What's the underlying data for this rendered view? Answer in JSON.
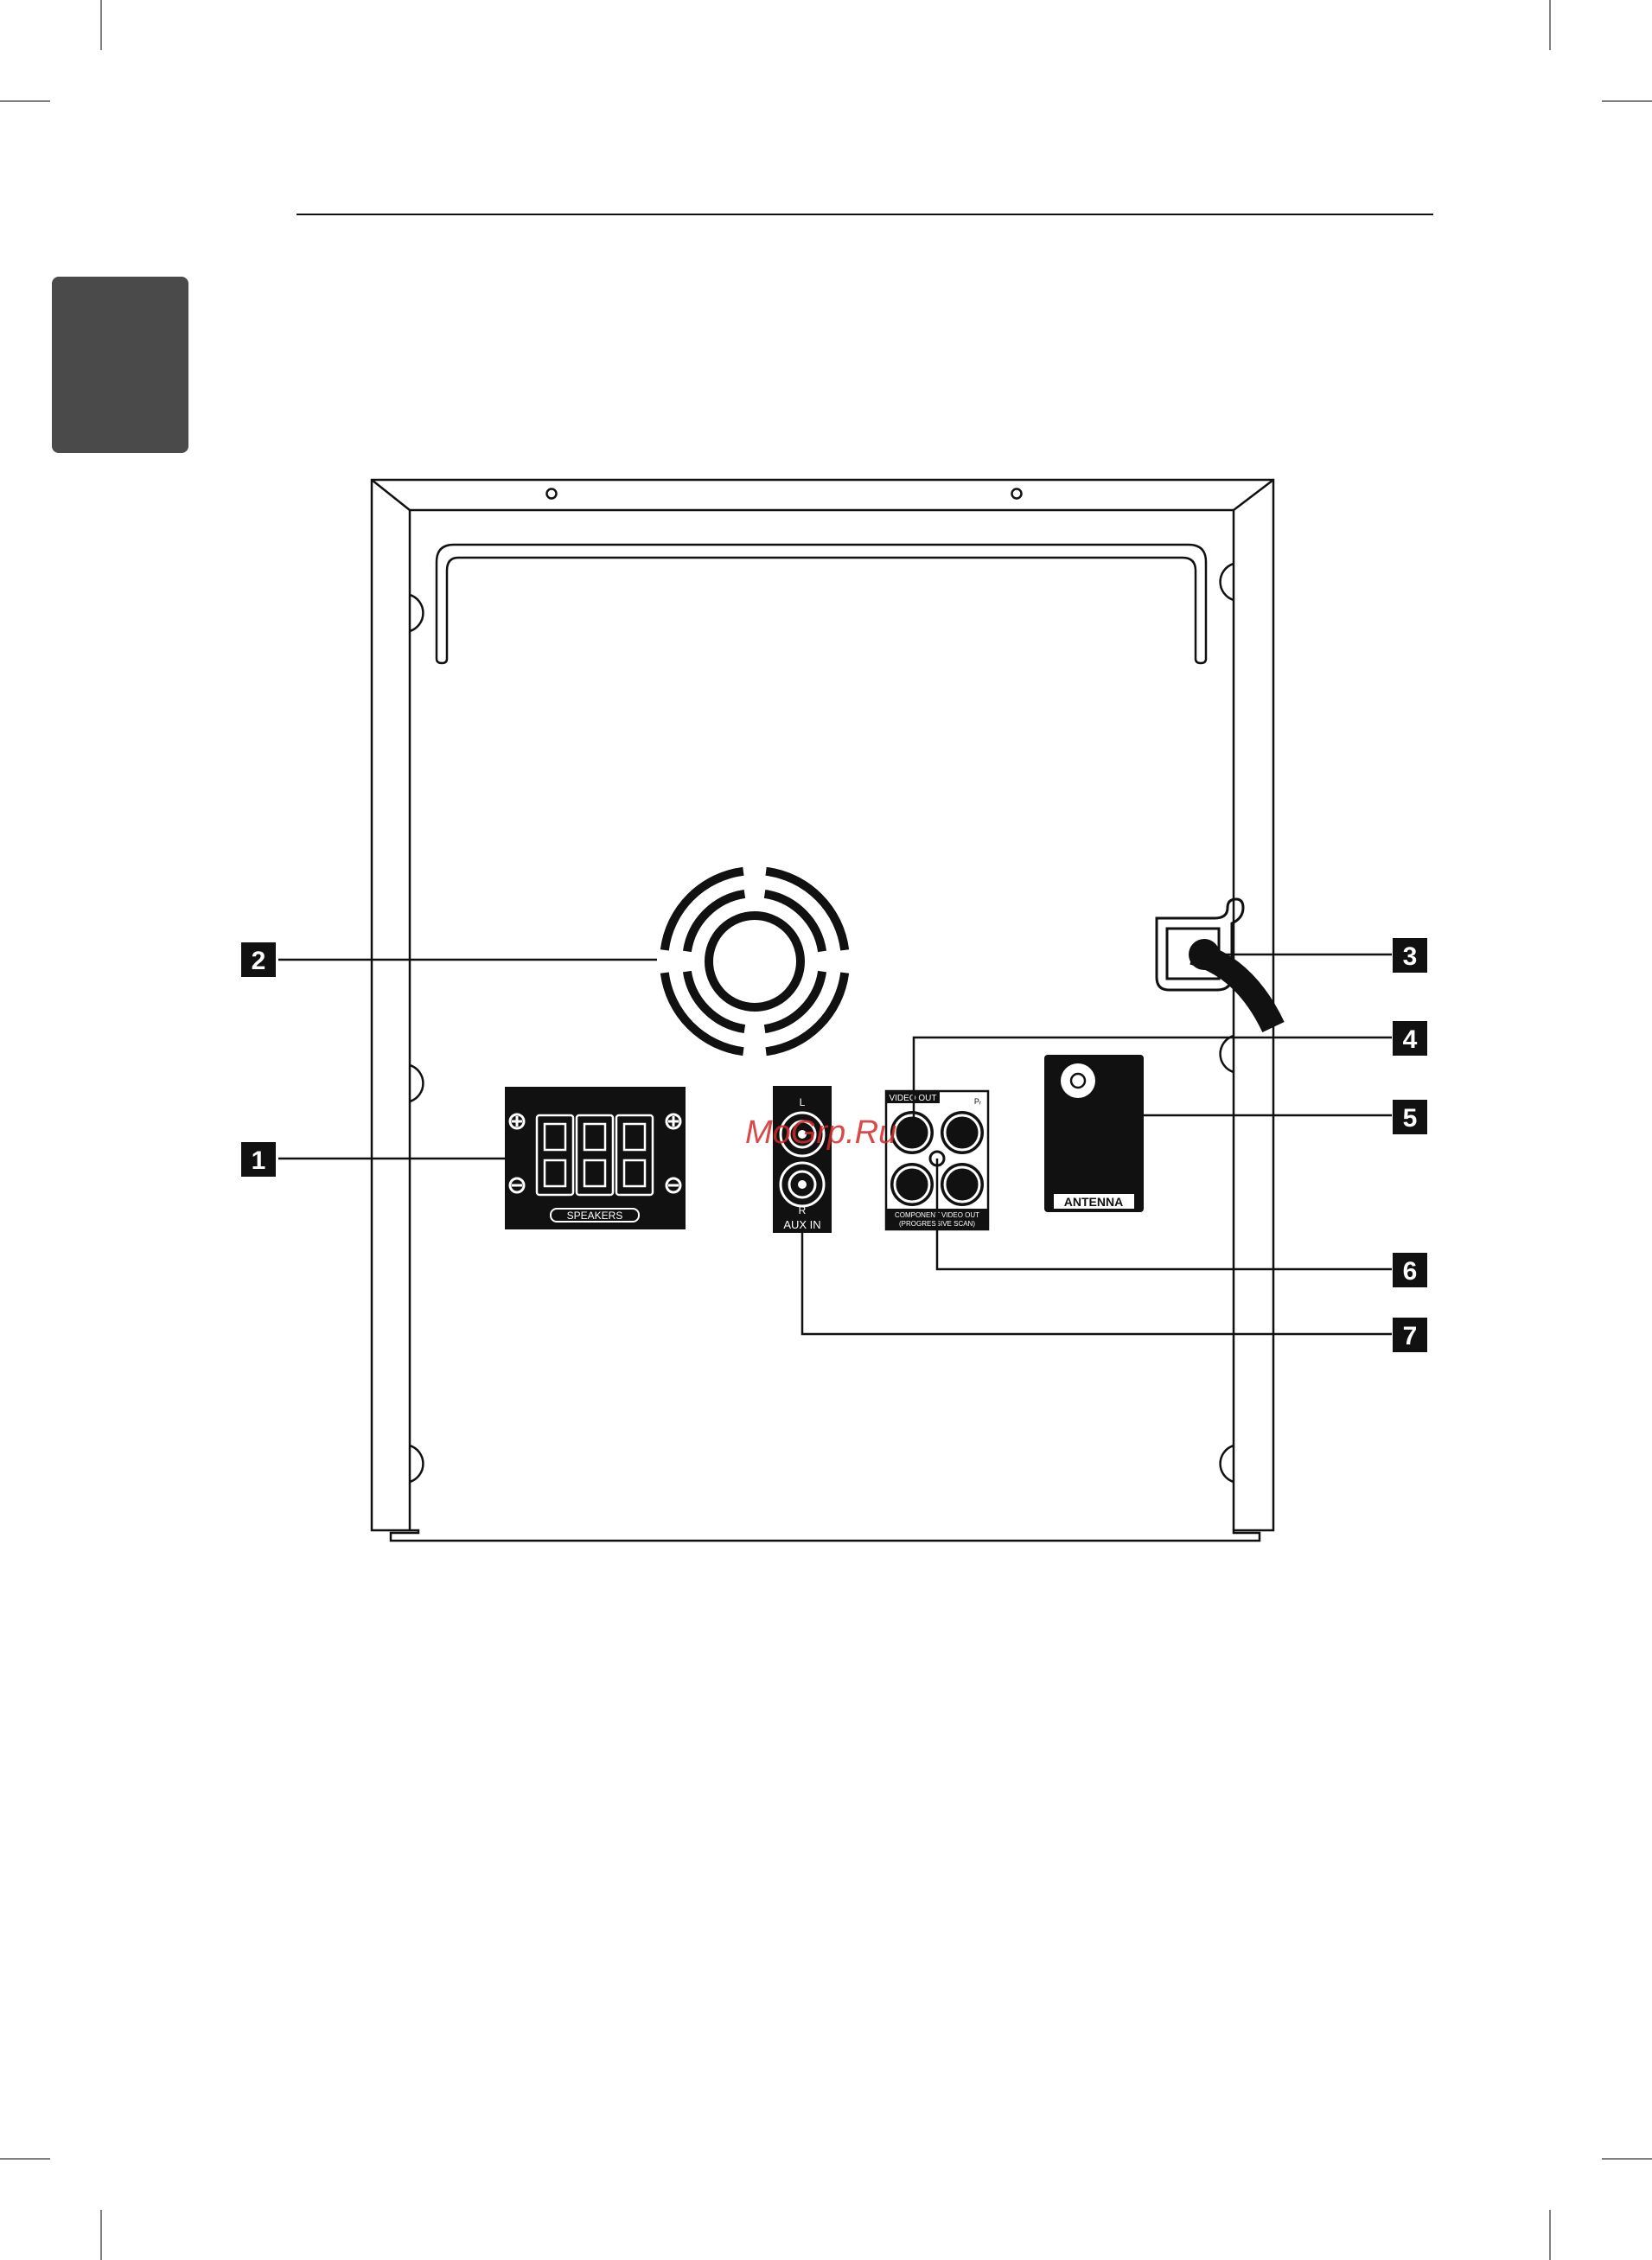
{
  "page": {
    "chapter_tab": "",
    "header_text": ""
  },
  "watermark": {
    "text": "MoGrp.Ru",
    "color": "#d12a2a"
  },
  "panel": {
    "speakers_label": "SPEAKERS",
    "aux_label": "AUX IN",
    "aux_l": "L",
    "aux_r": "R",
    "video_out_label": "VIDEO OUT",
    "component_label_1": "COMPONENT VIDEO OUT",
    "component_label_2": "(PROGRESSIVE SCAN)",
    "component_pr": "Pᵣ",
    "antenna_label": "ANTENNA"
  },
  "callouts": [
    {
      "id": "1",
      "text": "1"
    },
    {
      "id": "2",
      "text": "2"
    },
    {
      "id": "3",
      "text": "3"
    },
    {
      "id": "4",
      "text": "4"
    },
    {
      "id": "5",
      "text": "5"
    },
    {
      "id": "6",
      "text": "6"
    },
    {
      "id": "7",
      "text": "7"
    }
  ],
  "colors": {
    "ink": "#111111",
    "tab_gray": "#4a4a4a",
    "callout_fill": "#111111",
    "callout_text": "#ffffff"
  }
}
